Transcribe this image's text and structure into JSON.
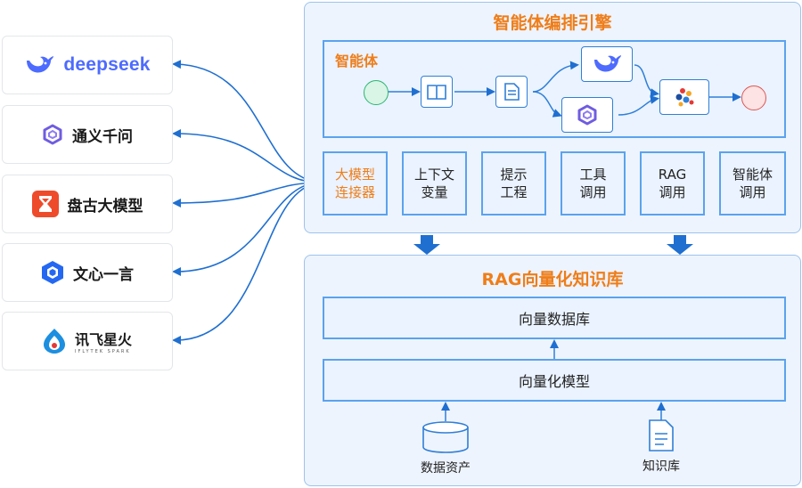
{
  "llms": [
    {
      "name": "deepseek",
      "icon": "whale-icon"
    },
    {
      "name": "通义千问",
      "icon": "qwen-icon"
    },
    {
      "name": "盘古大模型",
      "icon": "pangu-icon"
    },
    {
      "name": "文心一言",
      "icon": "wenxin-icon"
    },
    {
      "name": "讯飞星火",
      "subtitle": "IFLYTEK SPARK",
      "icon": "spark-icon"
    }
  ],
  "engine": {
    "title": "智能体编排引擎",
    "agent_label": "智能体",
    "capabilities": [
      {
        "line1": "大模型",
        "line2": "连接器"
      },
      {
        "line1": "上下文",
        "line2": "变量"
      },
      {
        "line1": "提示",
        "line2": "工程"
      },
      {
        "line1": "工具",
        "line2": "调用"
      },
      {
        "line1": "RAG",
        "line2": "调用"
      },
      {
        "line1": "智能体",
        "line2": "调用"
      }
    ]
  },
  "rag": {
    "title": "RAG向量化知识库",
    "vector_db": "向量数据库",
    "vector_model": "向量化模型",
    "sources": [
      {
        "label": "数据资产",
        "icon": "database-icon"
      },
      {
        "label": "知识库",
        "icon": "document-icon"
      }
    ]
  },
  "colors": {
    "accent": "#ef7d19",
    "blue": "#2f7fd8",
    "border": "#5aa3ee",
    "panel": "#eef4fd"
  }
}
